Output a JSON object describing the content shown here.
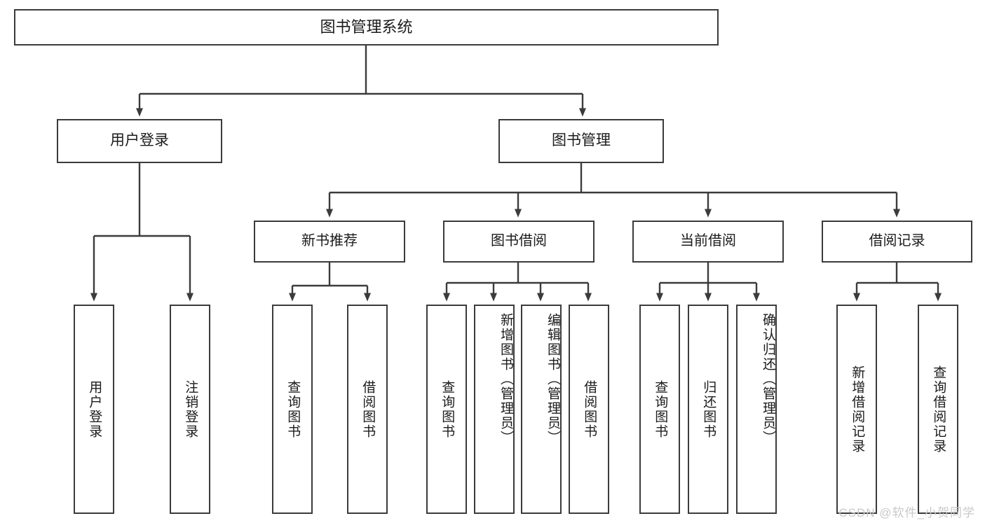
{
  "diagram": {
    "title": "图书管理系统",
    "type": "tree-hierarchy",
    "root": {
      "id": "root",
      "label": "图书管理系统"
    },
    "level2": [
      {
        "id": "user-login",
        "label": "用户登录"
      },
      {
        "id": "book-manage",
        "label": "图书管理"
      }
    ],
    "level3": [
      {
        "id": "new-book-recommend",
        "label": "新书推荐",
        "parent": "book-manage"
      },
      {
        "id": "book-borrow",
        "label": "图书借阅",
        "parent": "book-manage"
      },
      {
        "id": "current-borrow",
        "label": "当前借阅",
        "parent": "book-manage"
      },
      {
        "id": "borrow-record",
        "label": "借阅记录",
        "parent": "book-manage"
      }
    ],
    "leaves": [
      {
        "id": "leaf-user-login",
        "label": "用户登录",
        "parent": "user-login"
      },
      {
        "id": "leaf-logout-login",
        "label": "注销登录",
        "parent": "user-login"
      },
      {
        "id": "leaf-query-book-1",
        "label": "查询图书",
        "parent": "new-book-recommend"
      },
      {
        "id": "leaf-borrow-book-1",
        "label": "借阅图书",
        "parent": "new-book-recommend"
      },
      {
        "id": "leaf-query-book-2",
        "label": "查询图书",
        "parent": "book-borrow"
      },
      {
        "id": "leaf-add-book",
        "label": "新增图书（管理员）",
        "parent": "book-borrow"
      },
      {
        "id": "leaf-edit-book",
        "label": "编辑图书（管理员）",
        "parent": "book-borrow"
      },
      {
        "id": "leaf-borrow-book-2",
        "label": "借阅图书",
        "parent": "book-borrow"
      },
      {
        "id": "leaf-query-book-3",
        "label": "查询图书",
        "parent": "current-borrow"
      },
      {
        "id": "leaf-return-book",
        "label": "归还图书",
        "parent": "current-borrow"
      },
      {
        "id": "leaf-confirm-return",
        "label": "确认归还（管理员）",
        "parent": "current-borrow"
      },
      {
        "id": "leaf-add-record",
        "label": "新增借阅记录",
        "parent": "borrow-record"
      },
      {
        "id": "leaf-query-record",
        "label": "查询借阅记录",
        "parent": "borrow-record"
      }
    ]
  },
  "watermark": {
    "text": "CSDN @软件_小贺同学"
  },
  "colors": {
    "stroke": "#3b3b3b",
    "background": "#ffffff",
    "text": "#1b1b1b",
    "watermark": "#c9c9c9"
  }
}
